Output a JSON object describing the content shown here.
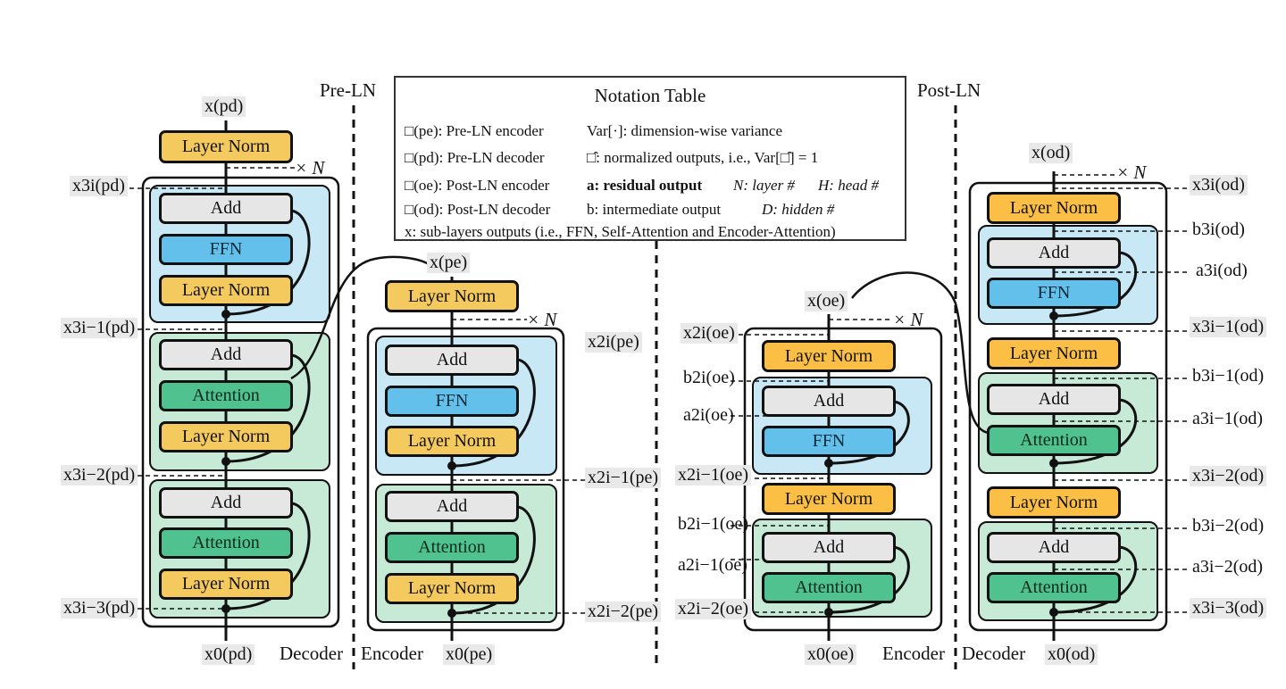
{
  "section_titles": {
    "pre_ln": "Pre-LN",
    "post_ln": "Post-LN"
  },
  "stack_labels": {
    "decoder": "Decoder",
    "encoder": "Encoder",
    "repeat": "× N"
  },
  "blocks": {
    "layer_norm": "Layer Norm",
    "add": "Add",
    "ffn": "FFN",
    "attention": "Attention"
  },
  "notation": {
    "title": "Notation Table",
    "rows": [
      "□(pe): Pre-LN encoder",
      "□(pd): Pre-LN decoder",
      "□(oe): Post-LN encoder",
      "□(od): Post-LN decoder",
      "Var[·]: dimension-wise variance",
      "□̂: normalized outputs, i.e., Var[□̂] = 1",
      "a: residual output",
      "N: layer #",
      "H: head #",
      "b: intermediate output",
      "D: hidden #",
      "x: sub-layers outputs (i.e., FFN, Self-Attention and Encoder-Attention)"
    ]
  },
  "labels": {
    "pd_top": "x(pd)",
    "pd_3i": "x3i(pd)",
    "pd_3i_1": "x3i−1(pd)",
    "pd_3i_2": "x3i−2(pd)",
    "pd_3i_3": "x3i−3(pd)",
    "pd_0": "x0(pd)",
    "pe_top": "x(pe)",
    "pe_2i": "x2i(pe)",
    "pe_2i_1": "x2i−1(pe)",
    "pe_2i_2": "x2i−2(pe)",
    "pe_0": "x0(pe)",
    "oe_top": "x(oe)",
    "oe_2i": "x2i(oe)",
    "oe_b2i": "b2i(oe)",
    "oe_a2i": "a2i(oe)",
    "oe_2i_1": "x2i−1(oe)",
    "oe_b2i_1": "b2i−1(oe)",
    "oe_a2i_1": "a2i−1(oe)",
    "oe_2i_2": "x2i−2(oe)",
    "oe_0": "x0(oe)",
    "od_top": "x(od)",
    "od_3i": "x3i(od)",
    "od_b3i": "b3i(od)",
    "od_a3i": "a3i(od)",
    "od_3i_1": "x3i−1(od)",
    "od_b3i_1": "b3i−1(od)",
    "od_a3i_1": "a3i−1(od)",
    "od_3i_2": "x3i−2(od)",
    "od_b3i_2": "b3i−2(od)",
    "od_a3i_2": "a3i−2(od)",
    "od_3i_3": "x3i−3(od)",
    "od_0": "x0(od)"
  },
  "colors": {
    "layer_norm_pre": "#f4c95d",
    "layer_norm_post": "#fbbf45",
    "add": "#e6e6e6",
    "ffn": "#62c0ea",
    "attention": "#4fc28f",
    "ffn_region": "#c9e8f5",
    "attention_region": "#c6ead6",
    "label_bg": "#e9e9e9"
  }
}
